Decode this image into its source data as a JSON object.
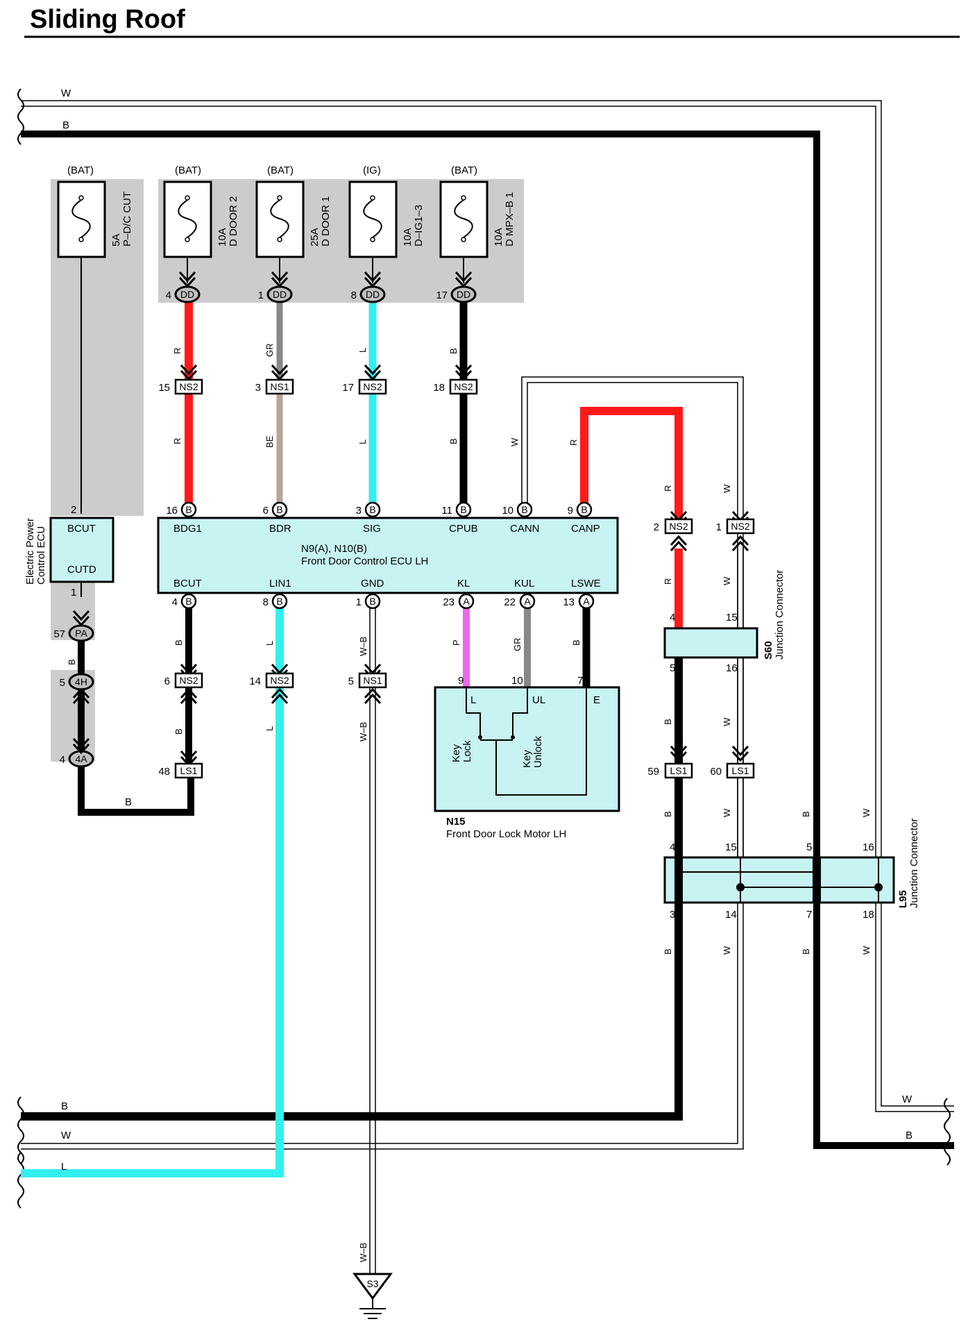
{
  "title": "Sliding Roof",
  "bus": {
    "w": "W",
    "b": "B",
    "l": "L"
  },
  "fuses": [
    {
      "supply": "(BAT)",
      "amp": "5A",
      "name": "P–D/C CUT"
    },
    {
      "supply": "(BAT)",
      "amp": "10A",
      "name": "D DOOR 2"
    },
    {
      "supply": "(BAT)",
      "amp": "25A",
      "name": "D DOOR 1"
    },
    {
      "supply": "(IG)",
      "amp": "10A",
      "name": "D–IG1–3"
    },
    {
      "supply": "(BAT)",
      "amp": "10A",
      "name": "D MPX–B 1"
    }
  ],
  "dd_pins": [
    "4",
    "1",
    "8",
    "17"
  ],
  "dd_code": "DD",
  "wire_colors": {
    "R": "R",
    "GR": "GR",
    "L": "L",
    "B": "B",
    "BE": "BE",
    "W": "W",
    "WB": "W–B",
    "P": "P"
  },
  "ns_top": [
    {
      "pin": "15",
      "code": "NS2"
    },
    {
      "pin": "3",
      "code": "NS1"
    },
    {
      "pin": "17",
      "code": "NS2"
    },
    {
      "pin": "18",
      "code": "NS2"
    }
  ],
  "ecu_epc": {
    "label": "Electric Power Control ECU",
    "label1": "Electric Power",
    "label2": "Control ECU",
    "pin_top": "2",
    "pin_bottom": "1",
    "term_top": "BCUT",
    "term_bottom": "CUTD"
  },
  "ecu_main": {
    "id": "N9(A), N10(B)",
    "name": "Front Door Control ECU LH",
    "top_terms": [
      {
        "pin": "16",
        "code": "B",
        "name": "BDG1"
      },
      {
        "pin": "6",
        "code": "B",
        "name": "BDR"
      },
      {
        "pin": "3",
        "code": "B",
        "name": "SIG"
      },
      {
        "pin": "11",
        "code": "B",
        "name": "CPUB"
      },
      {
        "pin": "10",
        "code": "B",
        "name": "CANN"
      },
      {
        "pin": "9",
        "code": "B",
        "name": "CANP"
      }
    ],
    "bottom_terms": [
      {
        "pin": "4",
        "code": "B",
        "name": "BCUT"
      },
      {
        "pin": "8",
        "code": "B",
        "name": "LIN1"
      },
      {
        "pin": "1",
        "code": "B",
        "name": "GND"
      },
      {
        "pin": "23",
        "code": "A",
        "name": "KL"
      },
      {
        "pin": "22",
        "code": "A",
        "name": "KUL"
      },
      {
        "pin": "13",
        "code": "A",
        "name": "LSWE"
      }
    ]
  },
  "left_conns": [
    {
      "pin": "57",
      "code": "PA"
    },
    {
      "pin": "5",
      "code": "4H"
    },
    {
      "pin": "4",
      "code": "4A"
    }
  ],
  "ns_mid": [
    {
      "pin": "6",
      "code": "NS2"
    },
    {
      "pin": "14",
      "code": "NS2"
    },
    {
      "pin": "5",
      "code": "NS1"
    }
  ],
  "ls1_left": {
    "pin": "48",
    "code": "LS1"
  },
  "motor": {
    "id": "N15",
    "name": "Front Door Lock Motor LH",
    "pins": [
      "9",
      "10",
      "7"
    ],
    "terms": [
      "L",
      "UL",
      "E"
    ],
    "sw_lock": "Key Lock",
    "sw_lock1": "Key",
    "sw_lock2": "Lock",
    "sw_unlock": "Key Unlock",
    "sw_unlock1": "Key",
    "sw_unlock2": "Unlock"
  },
  "ns_right": [
    {
      "pin": "2",
      "code": "NS2"
    },
    {
      "pin": "1",
      "code": "NS2"
    }
  ],
  "s60": {
    "id": "S60",
    "name": "Junction Connector",
    "pins": [
      "4",
      "15",
      "5",
      "16"
    ]
  },
  "ls1_right": [
    {
      "pin": "59",
      "code": "LS1"
    },
    {
      "pin": "60",
      "code": "LS1"
    }
  ],
  "l95": {
    "id": "L95",
    "name": "Junction Connector",
    "top_pins": [
      "4",
      "15",
      "5",
      "16"
    ],
    "bottom_pins": [
      "3",
      "14",
      "7",
      "18"
    ]
  },
  "ground": {
    "code": "S3"
  },
  "colors": {
    "red": "#ff1a1a",
    "cyan": "#33f0f0",
    "gray": "#888888",
    "tan": "#b7a695",
    "pink": "#ee66ee",
    "shade": "#cccccc",
    "ecu_fill": "#c8f3f3"
  }
}
